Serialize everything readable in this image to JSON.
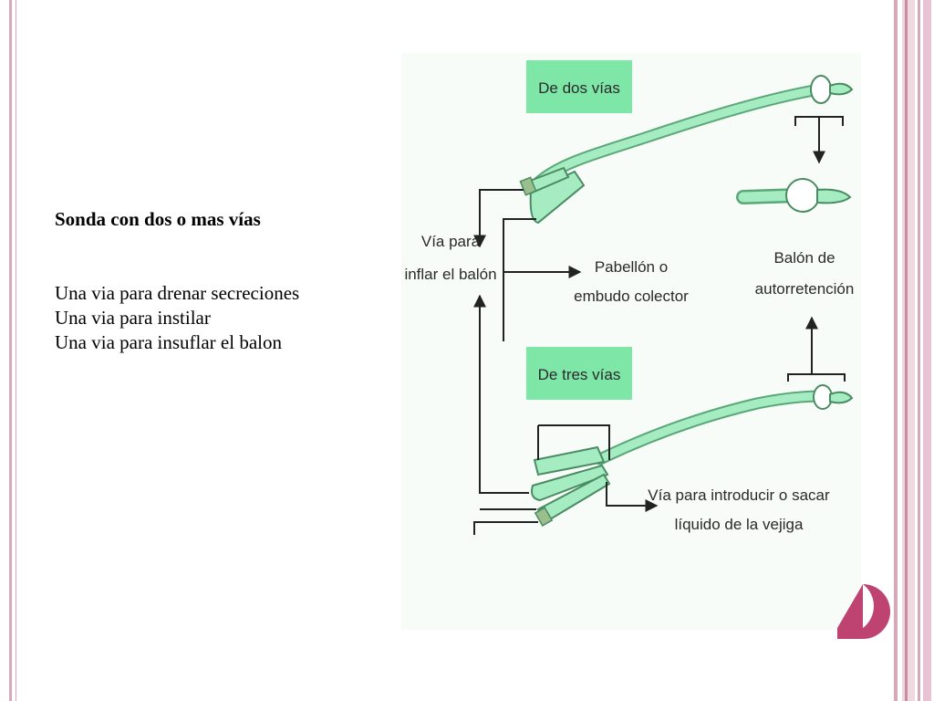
{
  "slide": {
    "title": "Sonda con dos o mas vías",
    "bullets": [
      "Una via para drenar secreciones",
      "Una via para instilar",
      "Una via para insuflar el balon"
    ]
  },
  "diagram": {
    "box_top": "De dos vías",
    "box_bottom": "De tres vías",
    "inflate_line1": "Vía para",
    "inflate_line2": "inflar el balón",
    "funnel_line1": "Pabellón o",
    "funnel_line2": "embudo colector",
    "balloon_line1": "Balón de",
    "balloon_line2": "autorretención",
    "fluid_line1": "Vía para introducir o sacar",
    "fluid_line2": "líquido de la vejiga"
  },
  "colors": {
    "frame": "#d7a9b8",
    "accent": "#be4371",
    "label_box": "#7ee6a6",
    "catheter": "#9be8b9"
  }
}
